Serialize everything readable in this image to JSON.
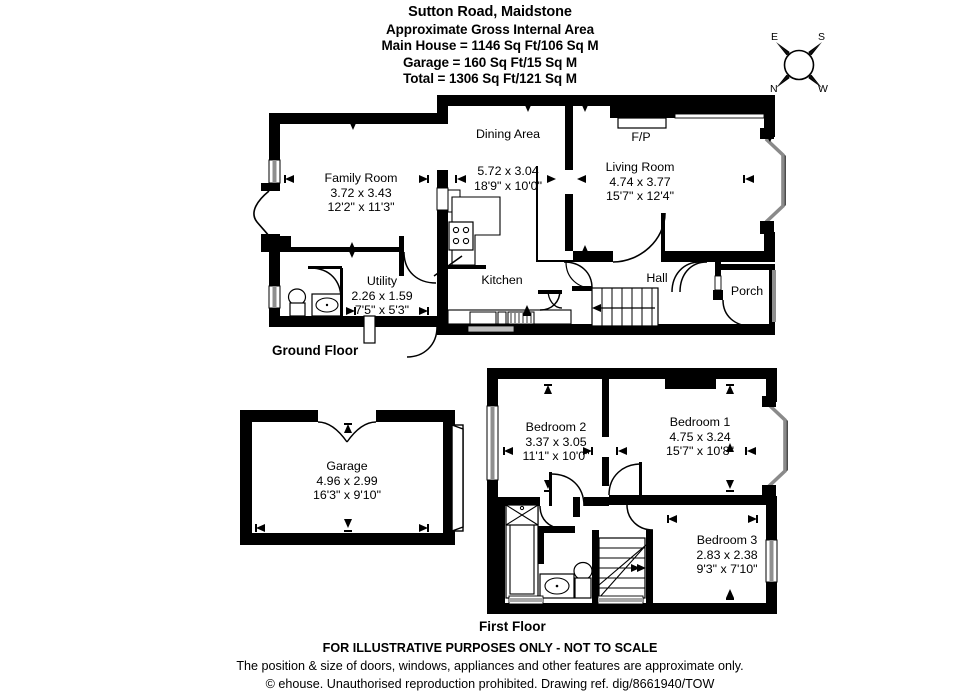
{
  "header": {
    "property_title": "Sutton Road, Maidstone",
    "area_heading": "Approximate Gross Internal Area",
    "main_house_area": "Main House = 1146 Sq Ft/106 Sq M",
    "garage_area": "Garage = 160 Sq Ft/15 Sq M",
    "total_area": "Total = 1306 Sq Ft/121 Sq M"
  },
  "compass": {
    "north": "N",
    "east": "E",
    "south": "S",
    "west": "W"
  },
  "floors": [
    {
      "id": "ground",
      "label": "Ground Floor",
      "rooms": [
        {
          "name": "Family Room",
          "dim_metric": "3.72 x 3.43",
          "dim_imperial": "12'2\" x 11'3\""
        },
        {
          "name": "Dining Area",
          "dim_metric": "5.72 x 3.04",
          "dim_imperial": "18'9\" x 10'0\""
        },
        {
          "name": "Living Room",
          "dim_metric": "4.74 x 3.77",
          "dim_imperial": "15'7\" x 12'4\""
        },
        {
          "name": "Utility",
          "dim_metric": "2.26 x 1.59",
          "dim_imperial": "7'5\" x 5'3\""
        },
        {
          "name": "Kitchen",
          "dim_metric": "",
          "dim_imperial": ""
        },
        {
          "name": "Hall",
          "dim_metric": "",
          "dim_imperial": ""
        },
        {
          "name": "Porch",
          "dim_metric": "",
          "dim_imperial": ""
        },
        {
          "name": "F/P",
          "dim_metric": "",
          "dim_imperial": ""
        }
      ]
    },
    {
      "id": "garage",
      "label": "",
      "rooms": [
        {
          "name": "Garage",
          "dim_metric": "4.96 x 2.99",
          "dim_imperial": "16'3\" x 9'10\""
        }
      ]
    },
    {
      "id": "first",
      "label": "First Floor",
      "rooms": [
        {
          "name": "Bedroom 2",
          "dim_metric": "3.37 x 3.05",
          "dim_imperial": "11'1\" x 10'0\""
        },
        {
          "name": "Bedroom 1",
          "dim_metric": "4.75 x 3.24",
          "dim_imperial": "15'7\" x 10'8\""
        },
        {
          "name": "Bedroom 3",
          "dim_metric": "2.83 x 2.38",
          "dim_imperial": "9'3\" x 7'10\""
        }
      ]
    }
  ],
  "footer": {
    "disclaimer_bold": "FOR ILLUSTRATIVE PURPOSES ONLY - NOT TO SCALE",
    "disclaimer_line2": "The position & size of doors, windows, appliances and other features are approximate only.",
    "copyright": "© ehouse. Unauthorised reproduction prohibited. Drawing ref. dig/8661940/TOW"
  },
  "colors": {
    "wall": "#000000",
    "background": "#ffffff",
    "window_grey": "#9a9a9a",
    "text": "#000000"
  }
}
